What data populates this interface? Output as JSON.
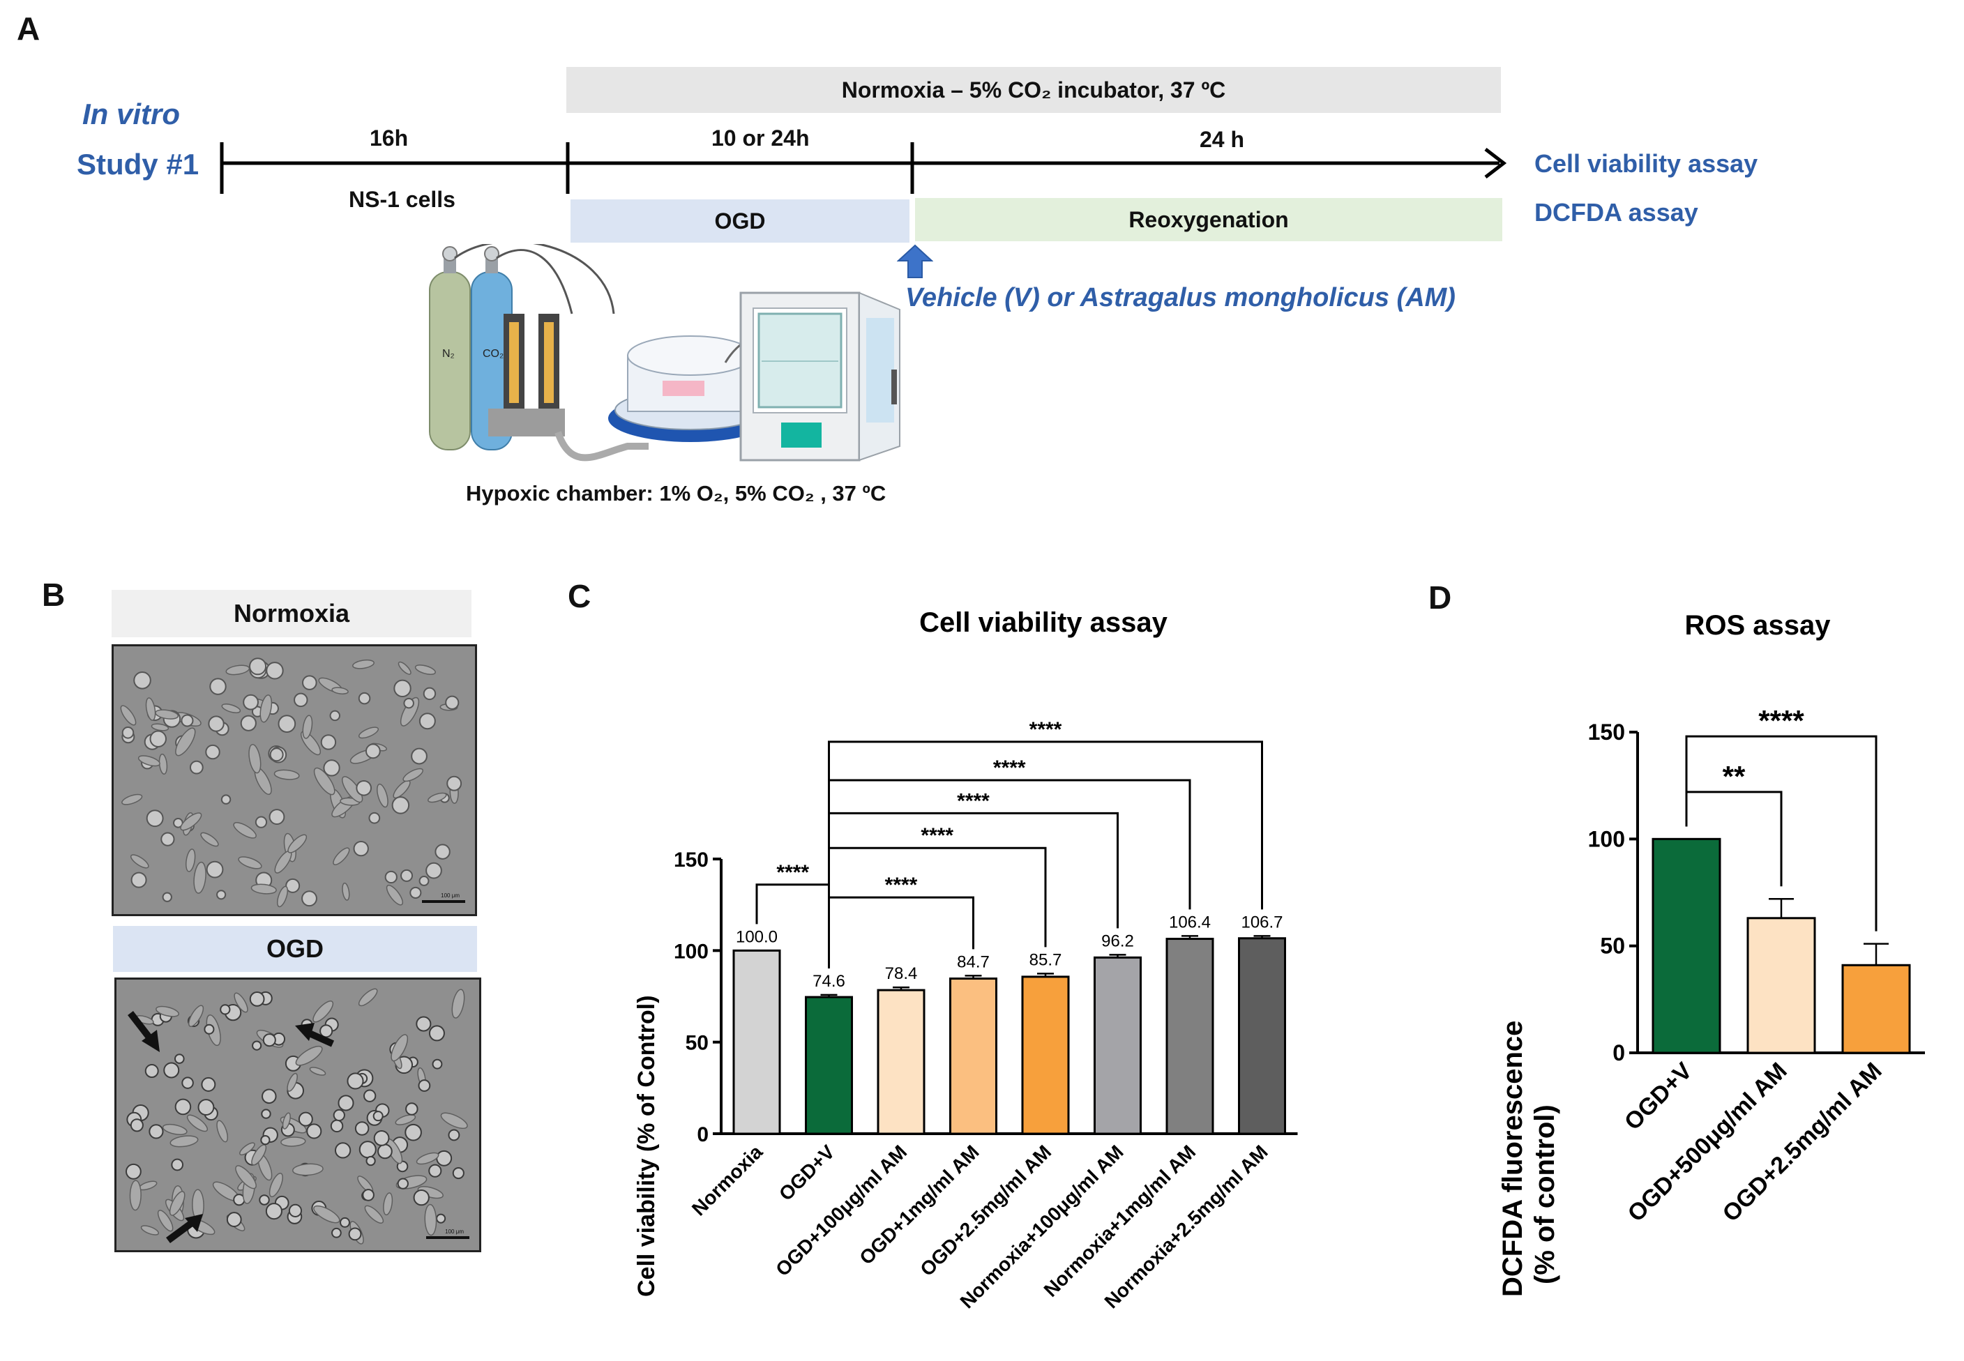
{
  "panels": {
    "a": "A",
    "b": "B",
    "c": "C",
    "d": "D"
  },
  "timeline": {
    "study_line1": "In vitro",
    "study_line2": "Study #1",
    "normoxia_banner": "Normoxia – 5% CO₂ incubator, 37 ºC",
    "seg1_duration": "16h",
    "seg1_label": "NS-1 cells",
    "seg2_duration": "10 or 24h",
    "seg3_duration": "24 h",
    "ogd_box": "OGD",
    "reox_box": "Reoxygenation",
    "treatment": "Vehicle (V) or Astragalus mongholicus (AM)",
    "endpoint1": "Cell viability assay",
    "endpoint2": "DCFDA assay",
    "chamber_caption": "Hypoxic chamber: 1% O₂, 5% CO₂ , 37 ºC",
    "tank_n2": "N₂",
    "tank_co2": "CO₂"
  },
  "micrographs": {
    "normoxia_label": "Normoxia",
    "ogd_label": "OGD",
    "scale_bar": "100 μm"
  },
  "colors": {
    "timeline_blue": "#2f5ea8",
    "ogd_box": "#dbe4f3",
    "reox_box": "#e3f0dc",
    "banner": "#e6e6e6"
  },
  "chart_data": [
    {
      "type": "bar",
      "title": "Cell viability assay",
      "ylabel": "Cell viability (% of Control)",
      "xlabel": "",
      "ylim": [
        0,
        150
      ],
      "yticks": [
        0,
        50,
        100,
        150
      ],
      "categories": [
        "Normoxia",
        "OGD+V",
        "OGD+100μg/ml AM",
        "OGD+1mg/ml AM",
        "OGD+2.5mg/ml AM",
        "Normoxia+100μg/ml AM",
        "Normoxia+1mg/ml AM",
        "Normoxia+2.5mg/ml AM"
      ],
      "values": [
        100.0,
        74.6,
        78.4,
        84.7,
        85.7,
        96.2,
        106.4,
        106.7
      ],
      "value_labels": [
        "100.0",
        "74.6",
        "78.4",
        "84.7",
        "85.7",
        "96.2",
        "106.4",
        "106.7"
      ],
      "errors": [
        0,
        1.2,
        1.5,
        1.6,
        1.7,
        1.5,
        1.6,
        1.3
      ],
      "colors": [
        "#d3d3d3",
        "#0b6b3a",
        "#fde2c3",
        "#fbbf80",
        "#f7a03c",
        "#a4a4a8",
        "#808080",
        "#5e5e5e"
      ],
      "significance": [
        {
          "from": 0,
          "to": 1,
          "label": "****"
        },
        {
          "from": 1,
          "to": 3,
          "label": "****"
        },
        {
          "from": 1,
          "to": 4,
          "label": "****"
        },
        {
          "from": 1,
          "to": 5,
          "label": "****"
        },
        {
          "from": 1,
          "to": 6,
          "label": "****"
        },
        {
          "from": 1,
          "to": 7,
          "label": "****"
        }
      ]
    },
    {
      "type": "bar",
      "title": "ROS assay",
      "ylabel": "DCFDA fluorescence\n(% of control)",
      "ylabel_line1": "DCFDA fluorescence",
      "ylabel_line2": "(% of control)",
      "xlabel": "",
      "ylim": [
        0,
        150
      ],
      "yticks": [
        0,
        50,
        100,
        150
      ],
      "categories": [
        "OGD+V",
        "OGD+500μg/ml AM",
        "OGD+2.5mg/ml AM"
      ],
      "values": [
        100,
        63,
        41
      ],
      "errors": [
        0,
        9,
        10
      ],
      "colors": [
        "#0b6b3a",
        "#fde2c3",
        "#f7a03c"
      ],
      "significance": [
        {
          "from": 0,
          "to": 1,
          "label": "**"
        },
        {
          "from": 0,
          "to": 2,
          "label": "****"
        }
      ]
    }
  ]
}
